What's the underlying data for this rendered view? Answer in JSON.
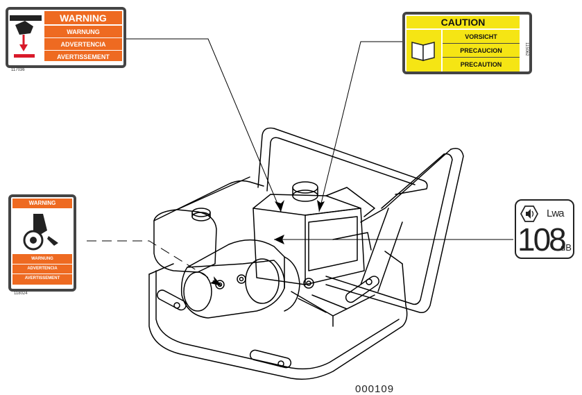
{
  "label_warning_top": {
    "header": "WARNING",
    "lines": [
      "WARNUNG",
      "ADVERTENCIA",
      "AVERTISSEMENT"
    ],
    "part_number": "117036",
    "icon": "hand-crush-icon",
    "color": "#ee6a21"
  },
  "label_caution": {
    "header": "CAUTION",
    "lines": [
      "VORSICHT",
      "PRECAUCION",
      "PRECAUTION"
    ],
    "part_number": "115062",
    "icon": "read-manual-icon",
    "color": "#f5e514"
  },
  "label_warning_left": {
    "header": "WARNING",
    "lines": [
      "WARNUNG",
      "ADVERTENCIA",
      "AVERTISSEMENT"
    ],
    "part_number": "118024",
    "icon": "belt-guard-icon",
    "color": "#ee6a21"
  },
  "label_sound": {
    "symbol": "Lwa",
    "value": "108",
    "unit": "dB",
    "icon": "ear-protection-icon"
  },
  "figure_number": "000109"
}
